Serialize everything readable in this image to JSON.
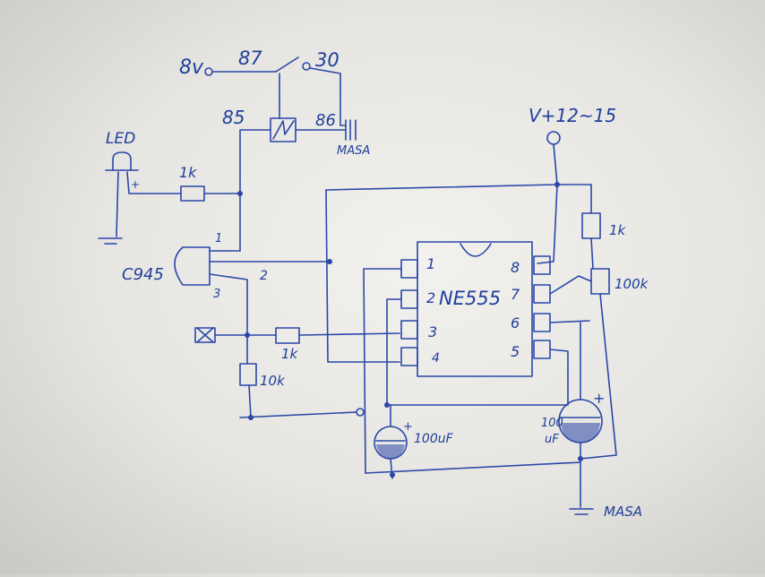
{
  "relay": {
    "pin_87v": "8v",
    "pin_87": "87",
    "pin_30": "30",
    "pin_85": "85",
    "pin_86": "86",
    "masa_label": "MASA"
  },
  "supply": {
    "label": "V+12~15"
  },
  "led": {
    "label": "LED"
  },
  "resistors": {
    "r_led": "1k",
    "r_input": "1k",
    "r_pulldown": "10k",
    "r_top": "1k",
    "r_pot": "100k"
  },
  "transistor": {
    "label": "C945",
    "pin1": "1",
    "pin2": "2",
    "pin3": "3"
  },
  "ic": {
    "name": "NE555",
    "pin1": "1",
    "pin2": "2",
    "pin3": "3",
    "pin4": "4",
    "pin5": "5",
    "pin6": "6",
    "pin7": "7",
    "pin8": "8"
  },
  "capacitors": {
    "c_left": "100uF",
    "c_right_value": "100",
    "c_right_unit": "uF",
    "plus": "+"
  },
  "ground": {
    "label": "MASA"
  }
}
